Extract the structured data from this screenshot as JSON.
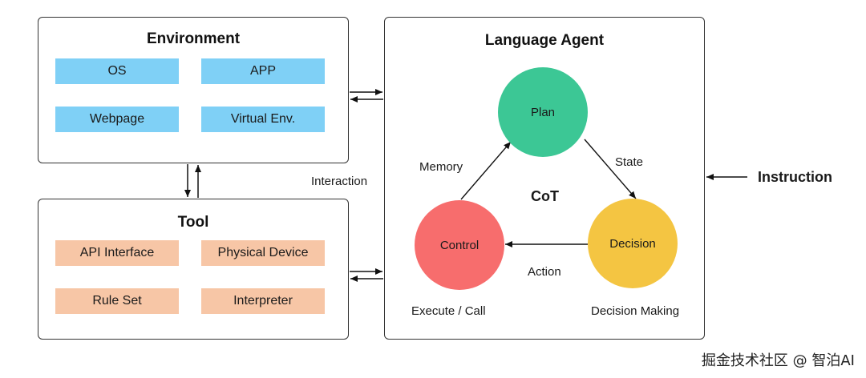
{
  "environment": {
    "title": "Environment",
    "items": [
      "OS",
      "APP",
      "Webpage",
      "Virtual Env."
    ]
  },
  "tool": {
    "title": "Tool",
    "items": [
      "API Interface",
      "Physical Device",
      "Rule Set",
      "Interpreter"
    ]
  },
  "interaction_label": "Interaction",
  "agent": {
    "title": "Language Agent",
    "center_label": "CoT",
    "nodes": {
      "plan": "Plan",
      "control": "Control",
      "decision": "Decision"
    },
    "edges": {
      "memory": "Memory",
      "state": "State",
      "action": "Action"
    },
    "captions": {
      "execute": "Execute / Call",
      "decision_making": "Decision Making"
    }
  },
  "instruction_label": "Instruction",
  "watermark": "掘金技术社区 @ 智泊AI",
  "colors": {
    "env_chip": "#7fd0f6",
    "tool_chip": "#f7c6a6",
    "plan": "#3cc795",
    "control": "#f76d6d",
    "decision": "#f4c542"
  }
}
